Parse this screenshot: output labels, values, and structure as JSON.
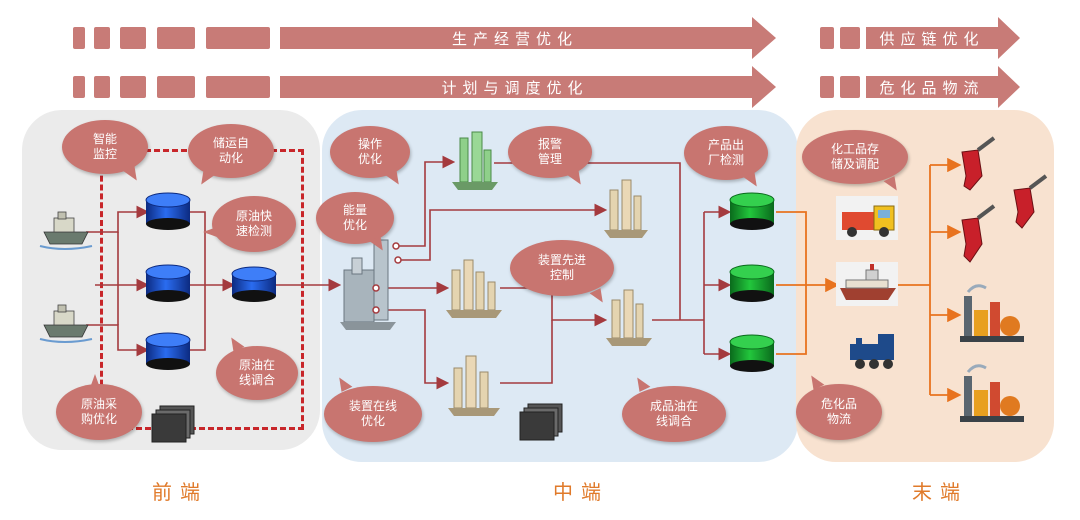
{
  "banners": {
    "production": "生产经营优化",
    "planning": "计划与调度优化",
    "supply_chain": "供应链优化",
    "hazmat_logistics": "危化品物流"
  },
  "stages": {
    "front": "前端",
    "middle": "中端",
    "end": "末端"
  },
  "bubbles": {
    "smart_monitoring": "智能\n监控",
    "storage_automation": "储运自\n动化",
    "crude_fast_detection": "原油快\n速检测",
    "crude_online_blending": "原油在\n线调合",
    "crude_purchase": "原油采\n购优化",
    "operation_opt": "操作\n优化",
    "energy_opt": "能量\n优化",
    "alarm_mgmt": "报警\n管理",
    "apc": "装置先进\n控制",
    "unit_online_opt": "装置在线\n优化",
    "product_online_blending": "成品油在\n线调合",
    "product_factory_test": "产品出\n厂检测",
    "chemical_storage": "化工品存\n储及调配",
    "hazmat_logistics_bubble": "危化品\n物流"
  },
  "colors": {
    "banner": "#c87b77",
    "bubble": "#c87570",
    "flow_line": "#a43a3e",
    "end_line": "#e8731f",
    "tank_blue": "#1a55d0",
    "tank_green": "#14a030",
    "stage_label": "#e07a2a"
  }
}
